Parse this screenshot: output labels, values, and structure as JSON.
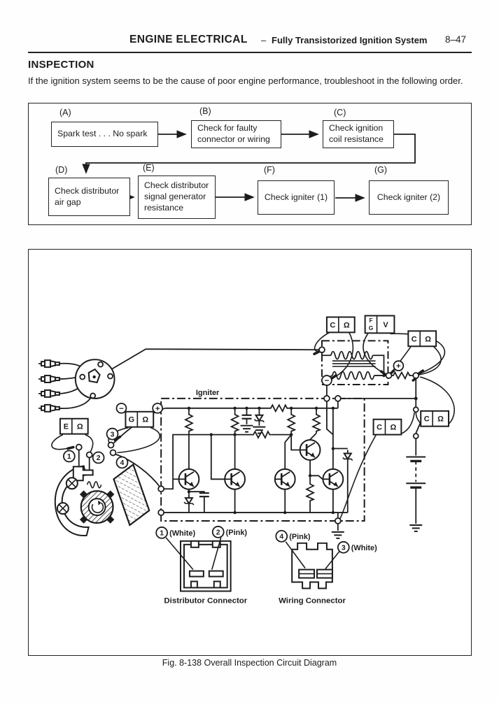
{
  "colors": {
    "ink": "#1c1c1c",
    "paper": "#ffffff"
  },
  "header": {
    "title": "ENGINE ELECTRICAL",
    "separator": "–",
    "subtitle": "Fully Transistorized Ignition System",
    "page_number": "8–47"
  },
  "inspection": {
    "heading": "INSPECTION",
    "intro": "If the ignition system seems to be the cause of poor engine performance, troubleshoot in the following order."
  },
  "flowchart": {
    "steps": [
      {
        "id": "(A)",
        "label": "Spark test . . . No spark"
      },
      {
        "id": "(B)",
        "label": "Check for faulty connector or wiring"
      },
      {
        "id": "(C)",
        "label": "Check ignition coil resistance"
      },
      {
        "id": "(D)",
        "label": "Check distributor air gap"
      },
      {
        "id": "(E)",
        "label": "Check distributor signal generator resistance"
      },
      {
        "id": "(F)",
        "label": "Check igniter (1)"
      },
      {
        "id": "(G)",
        "label": "Check igniter (2)"
      }
    ]
  },
  "figure": {
    "igniter_label": "Igniter",
    "caption": "Fig. 8-138  Overall Inspection Circuit Diagram",
    "meter_letters": {
      "c": "C",
      "e": "E",
      "g": "G",
      "f": "F"
    },
    "units": {
      "ohm": "Ω",
      "volt": "V"
    },
    "polarity": {
      "plus": "+",
      "minus": "−"
    },
    "terminals": [
      {
        "num": "1",
        "color": "(White)"
      },
      {
        "num": "2",
        "color": "(Pink)"
      },
      {
        "num": "3",
        "color": "(White)"
      },
      {
        "num": "4",
        "color": "(Pink)"
      }
    ],
    "connector_labels": {
      "distributor": "Distributor Connector",
      "wiring": "Wiring Connector"
    }
  }
}
